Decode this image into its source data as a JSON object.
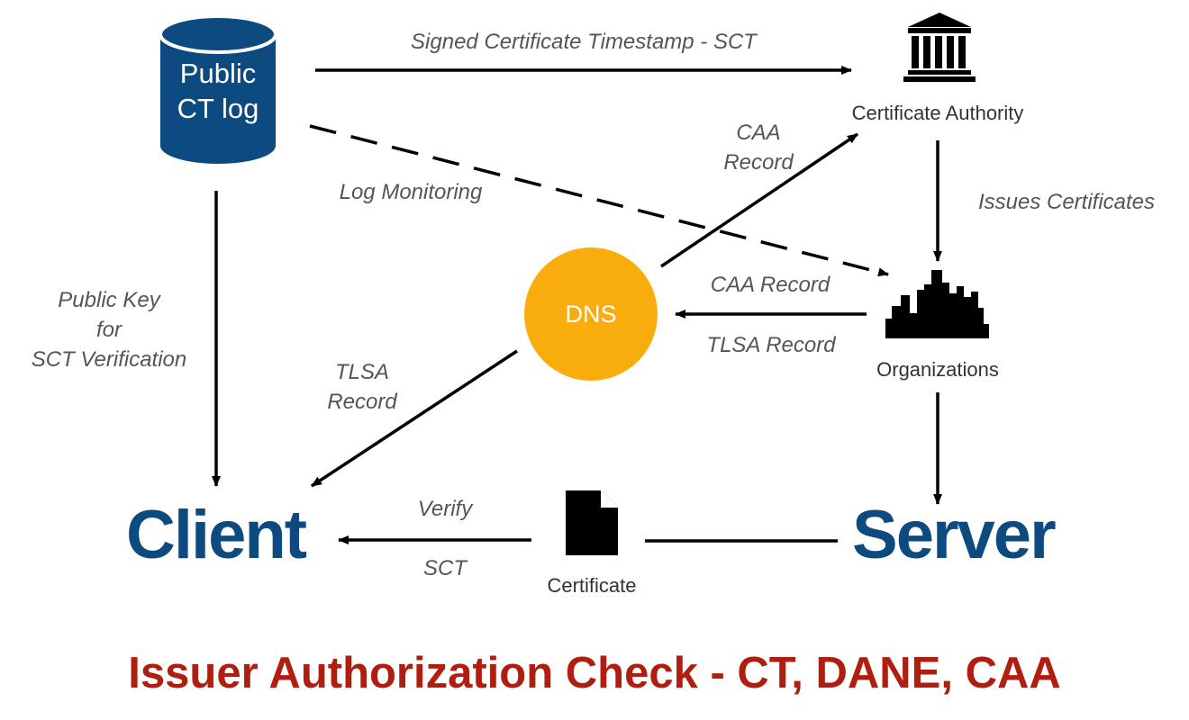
{
  "colors": {
    "node_blue": "#0d4a80",
    "dns_fill": "#f9ad0c",
    "title_red": "#b01e10",
    "label_gray": "#555555",
    "line_black": "#000000"
  },
  "nodes": {
    "ct_log": {
      "line1": "Public",
      "line2": "CT log",
      "icon": "database-icon"
    },
    "ca": {
      "caption": "Certificate Authority",
      "icon": "bank-building-icon"
    },
    "organizations": {
      "caption": "Organizations",
      "icon": "city-skyline-icon"
    },
    "dns": {
      "label": "DNS"
    },
    "client": {
      "label": "Client"
    },
    "server": {
      "label": "Server"
    },
    "certificate": {
      "caption": "Certificate",
      "icon": "document-icon"
    }
  },
  "edges": {
    "sct": "Signed Certificate Timestamp - SCT",
    "log_monitoring": "Log Monitoring",
    "caa_record_ca": {
      "line1": "CAA",
      "line2": "Record"
    },
    "issues_certificates": "Issues Certificates",
    "caa_record_org": "CAA Record",
    "tlsa_record_org": "TLSA Record",
    "tlsa_record_client": {
      "line1": "TLSA",
      "line2": "Record"
    },
    "public_key": {
      "line1": "Public Key",
      "line2": "for",
      "line3": "SCT Verification"
    },
    "verify": "Verify",
    "verify_sct": "SCT"
  },
  "title": "Issuer Authorization Check - CT, DANE, CAA"
}
